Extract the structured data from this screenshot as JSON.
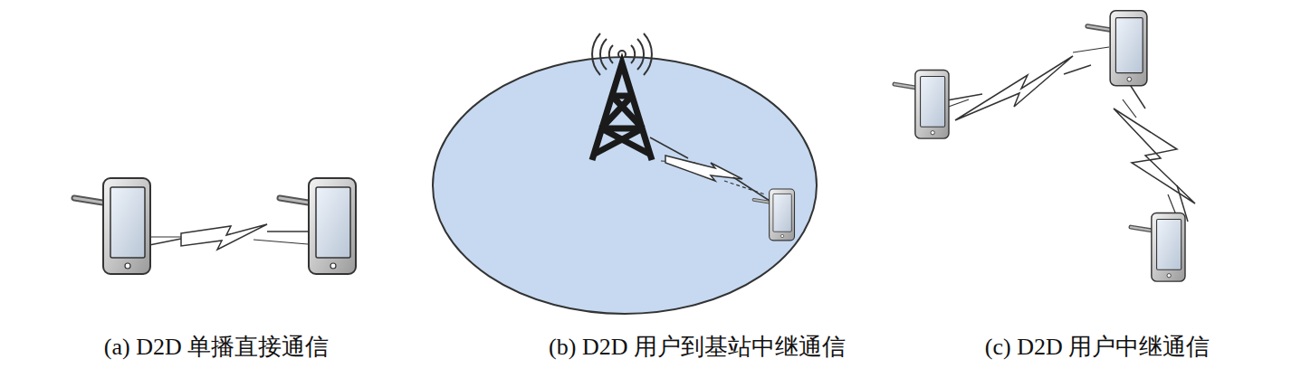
{
  "diagram": {
    "labels": [
      "(a) D2D 单播直接通信",
      "(b) D2D 用户到基站中继通信",
      "(c) D2D 用户中继通信"
    ]
  }
}
